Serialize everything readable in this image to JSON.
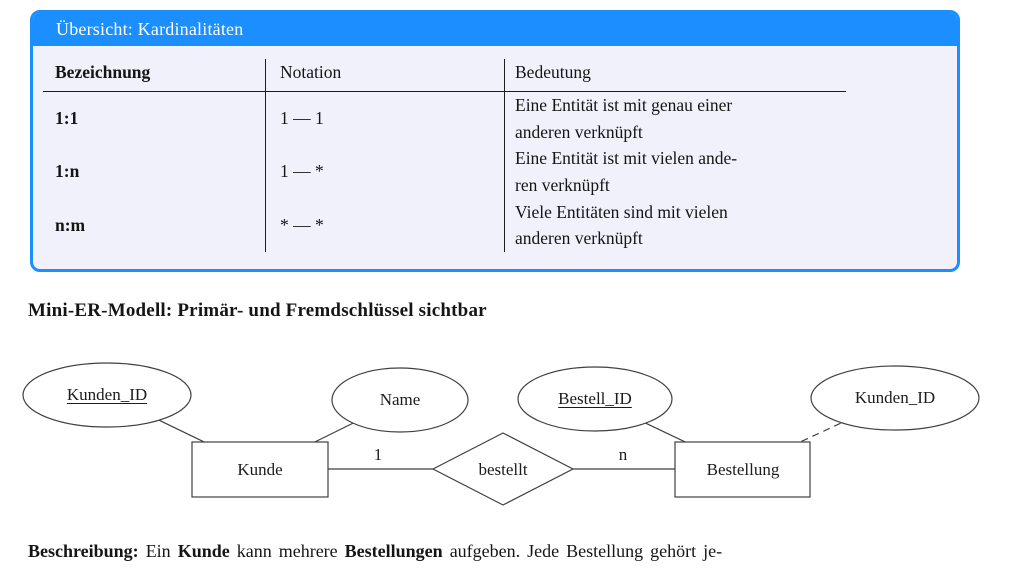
{
  "infobox": {
    "title": "Übersicht: Kardinalitäten",
    "accent_color": "#1b8fff",
    "background_color": "#f0f1fb",
    "table": {
      "headers": [
        "Bezeichnung",
        "Notation",
        "Bedeutung"
      ],
      "rows": [
        {
          "term": "1:1",
          "notation": "1 — 1",
          "meaning_lines": [
            "Eine Entität ist mit genau einer",
            "anderen verknüpft"
          ]
        },
        {
          "term": "1:n",
          "notation": "1 — *",
          "meaning_lines": [
            "Eine Entität ist mit vielen ande-",
            "ren verknüpft"
          ]
        },
        {
          "term": "n:m",
          "notation": "* — *",
          "meaning_lines": [
            "Viele Entitäten sind mit vielen",
            "anderen verknüpft"
          ]
        }
      ]
    }
  },
  "er_heading": "Mini-ER-Modell: Primär- und Fremdschlüssel sichtbar",
  "diagram": {
    "attributes": [
      {
        "label": "Kunden_ID",
        "underlined": true,
        "attached_to": "Kunde"
      },
      {
        "label": "Name",
        "underlined": false,
        "attached_to": "Kunde"
      },
      {
        "label": "Bestell_ID",
        "underlined": true,
        "attached_to": "Bestellung"
      },
      {
        "label": "Kunden_ID",
        "underlined": false,
        "attached_to": "Bestellung",
        "dashed_link": true
      }
    ],
    "entities": [
      {
        "label": "Kunde"
      },
      {
        "label": "Bestellung"
      }
    ],
    "relationship": {
      "label": "bestellt",
      "cardinality_left": "1",
      "cardinality_right": "n"
    },
    "line_color": "#3f3f3f"
  },
  "description": {
    "segments": [
      {
        "text": "Beschreibung:",
        "bold": true
      },
      {
        "text": " Ein ",
        "bold": false
      },
      {
        "text": "Kunde",
        "bold": true
      },
      {
        "text": " kann mehrere ",
        "bold": false
      },
      {
        "text": "Bestellungen",
        "bold": true
      },
      {
        "text": " aufgeben. Jede Bestellung gehört je-",
        "bold": false
      }
    ]
  }
}
